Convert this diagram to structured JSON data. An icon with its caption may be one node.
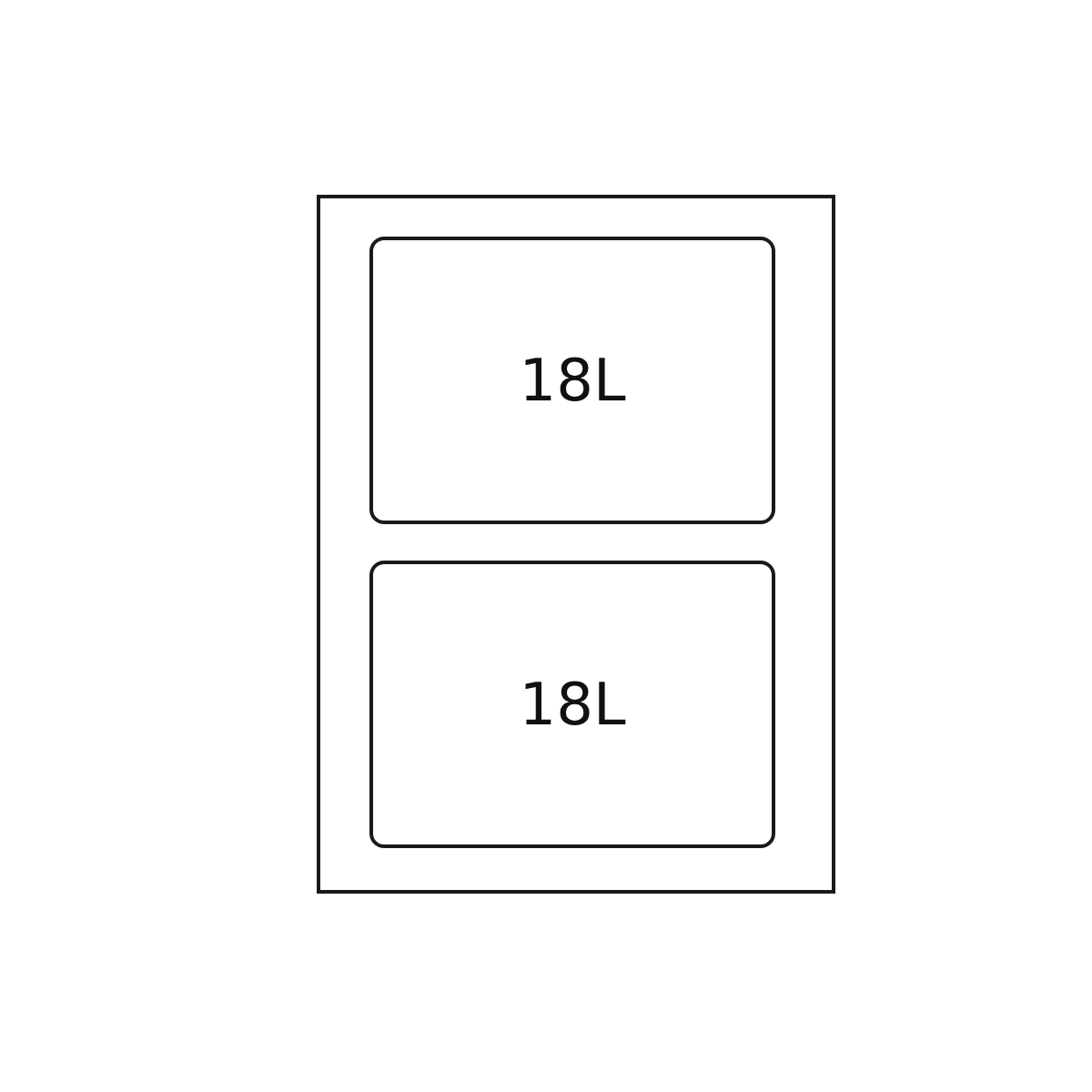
{
  "diagram": {
    "nodes": [
      {
        "text": [],
        "shape": "box"
      },
      {
        "text": [
          "18L"
        ],
        "in": 0
      },
      {
        "text": [
          "18L"
        ],
        "in": 0
      }
    ]
  }
}
